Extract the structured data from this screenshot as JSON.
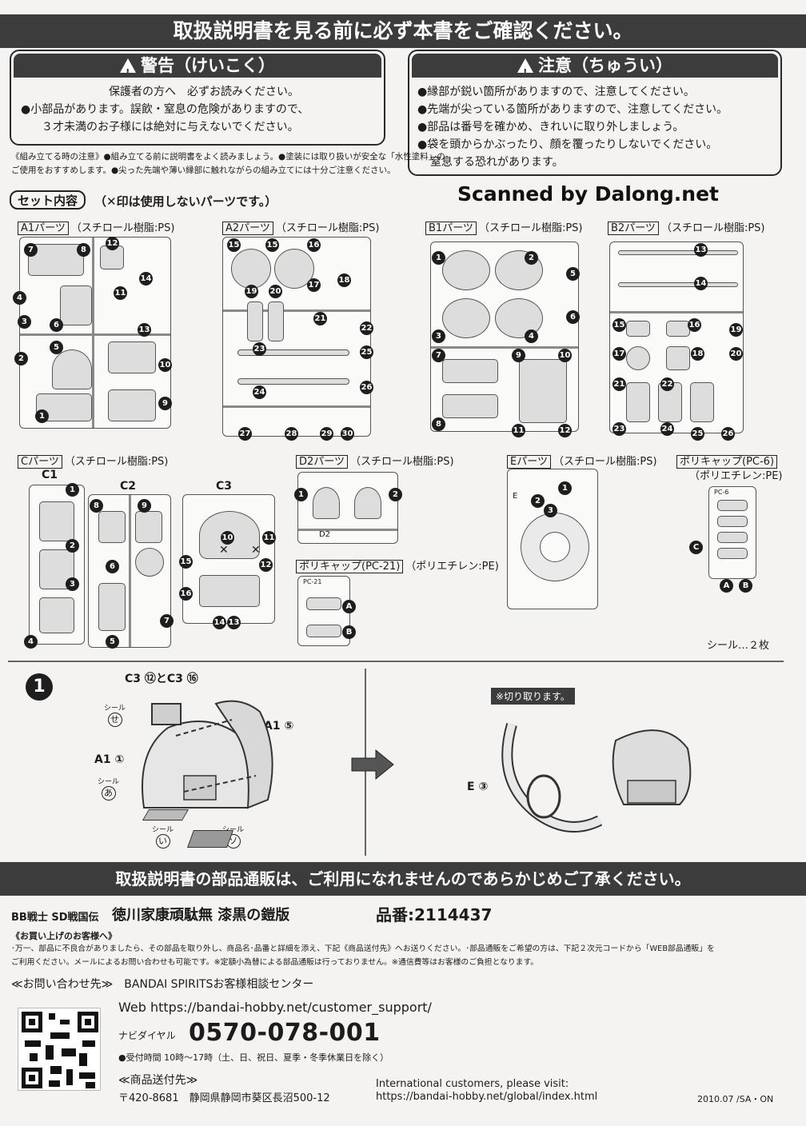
{
  "top_banner": "取扱説明書を見る前に必ず本書をご確認ください。",
  "warning": {
    "title": "警告（けいこく）",
    "sub": "保護者の方へ　必ずお読みください。",
    "lines": [
      "●小部品があります。誤飲・窒息の危険がありますので、",
      "３才未満のお子様には絶対に与えないでください。"
    ]
  },
  "caution": {
    "title": "注意（ちゅうい）",
    "lines": [
      "●縁部が鋭い箇所がありますので、注意してください。",
      "●先端が尖っている箇所がありますので、注意してください。",
      "●部品は番号を確かめ、きれいに取り外しましょう。",
      "●袋を頭からかぶったり、顔を覆ったりしないでください。",
      "窒息する恐れがあります。"
    ]
  },
  "assembly_note": [
    "《組み立てる時の注意》●組み立てる前に説明書をよく読みましょう。●塗装には取り扱いが安全な「水性塗料」の",
    "ご使用をおすすめします。●尖った先端や薄い縁部に触れながらの組み立てには十分ご注意ください。"
  ],
  "contents_title": "セット内容",
  "contents_note": "（✕印は使用しないパーツです。）",
  "scanned_by": "Scanned by Dalong.net",
  "parts": {
    "a1": {
      "tag": "A1パーツ",
      "material": "（スチロール樹脂:PS)"
    },
    "a2": {
      "tag": "A2パーツ",
      "material": "（スチロール樹脂:PS)"
    },
    "b1": {
      "tag": "B1パーツ",
      "material": "（スチロール樹脂:PS)"
    },
    "b2": {
      "tag": "B2パーツ",
      "material": "（スチロール樹脂:PS)"
    },
    "c": {
      "tag": "Cパーツ",
      "material": "（スチロール樹脂:PS)",
      "subs": [
        "C1",
        "C2",
        "C3"
      ]
    },
    "d2": {
      "tag": "D2パーツ",
      "material": "（スチロール樹脂:PS)",
      "frame_label": "D2"
    },
    "e": {
      "tag": "Eパーツ",
      "material": "（スチロール樹脂:PS)",
      "frame_label": "E"
    },
    "pc6": {
      "tag": "ポリキャップ(PC-6)",
      "material": "（ポリエチレン:PE)",
      "frame_label": "PC-6"
    },
    "pc21": {
      "tag": "ポリキャップ(PC-21)",
      "material": "（ポリエチレン:PE)",
      "frame_label": "PC-21"
    }
  },
  "seal_count": "シール…２枚",
  "step1": {
    "number": "1",
    "label_c3": "C3 ⑫とC3 ⑯",
    "label_a1_5": "A1 ⑤",
    "label_a1_1": "A1 ①",
    "label_e3": "E ③",
    "cut_note": "※切り取ります。",
    "seals": [
      {
        "word": "シール",
        "kana": "せ"
      },
      {
        "word": "シール",
        "kana": "あ"
      },
      {
        "word": "シール",
        "kana": "い"
      },
      {
        "word": "シール",
        "kana": "ソ"
      }
    ]
  },
  "bottom_banner": "取扱説明書の部品通販は、ご利用になれませんのであらかじめご了承ください。",
  "product": {
    "series": "BB戦士 SD戦国伝",
    "name": "徳川家康頑駄無 漆黒の鎧版",
    "code": "品番:2114437"
  },
  "customer_title": "《お買い上げのお客様へ》",
  "customer_lines": [
    "･万一、部品に不良合がありましたら、その部品を取り外し、商品名･品番と詳細を添え、下記《商品送付先》へお送りください。･部品通販をご希望の方は、下記２次元コードから「WEB部品通販」を",
    "ご利用ください。メールによるお問い合わせも可能です。※定額小為替による部品通販は行っておりません。※通信費等はお客様のご負担となります。"
  ],
  "contact_title": "≪お問い合わせ先≫　BANDAI SPIRITSお客様相談センター",
  "web": "Web https://bandai-hobby.net/customer_support/",
  "navi_label": "ナビダイヤル",
  "phone": "0570-078-001",
  "hours": "●受付時間 10時～17時（土、日、祝日、夏季・冬季休業日を除く）",
  "ship_title": "≪商品送付先≫",
  "ship_address": "〒420-8681　静岡県静岡市葵区長沼500-12",
  "intl_line1": "International customers, please visit:",
  "intl_line2": "https://bandai-hobby.net/global/index.html",
  "footer_code": "2010.07 /SA・ON"
}
